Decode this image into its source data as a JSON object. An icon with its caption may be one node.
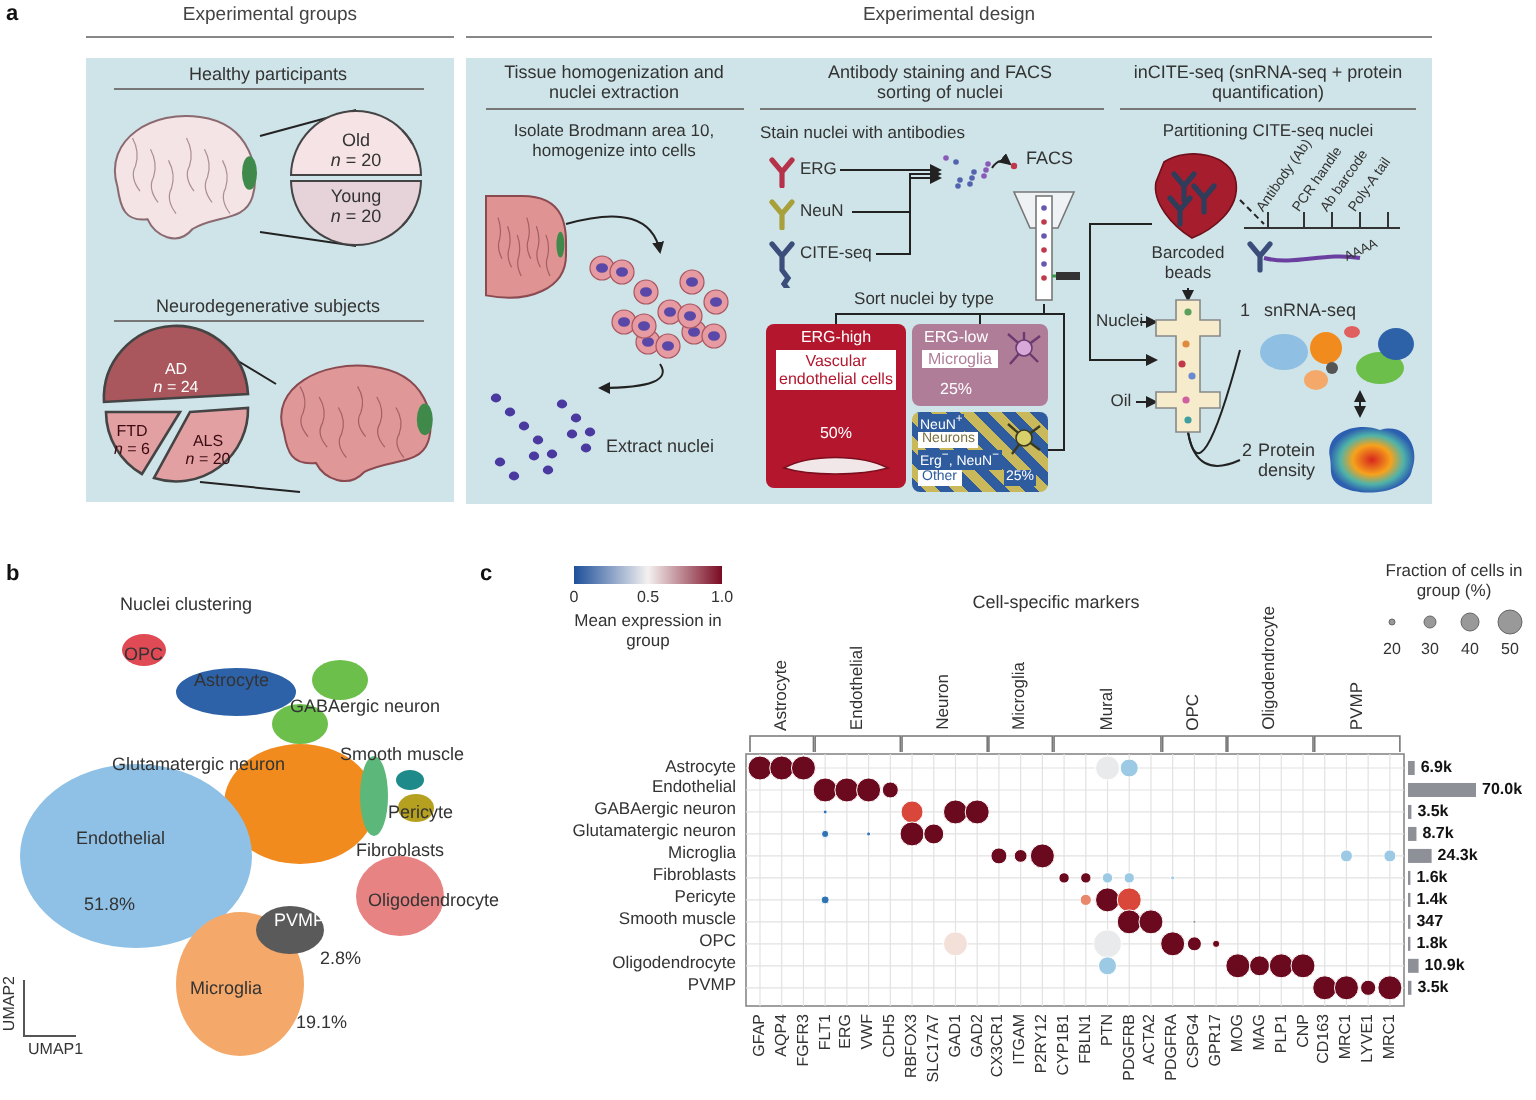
{
  "diagram": {
    "nodes": [
      {
        "text": [
          "Experimental groups"
        ]
      },
      {
        "text": [],
        "shape": "picture",
        "in": 0
      },
      {
        "text": [
          "Old",
          "*n* = 20"
        ],
        "in": 0
      },
      {
        "text": [
          "Young",
          "*n* = 20"
        ],
        "in": 0
      },
      {
        "text": [
          "AD",
          "*n* = 24"
        ],
        "in": 0
      },
      {
        "text": [
          "FTD",
          "*n* = 6"
        ],
        "in": 0
      },
      {
        "text": [
          "ALS",
          "*n* = 20"
        ],
        "in": 0
      },
      {
        "text": [],
        "shape": "picture",
        "in": 0
      },
      {
        "text": [
          "Experimental design"
        ]
      },
      {
        "text": [],
        "shape": "picture",
        "in": 8
      },
      {
        "text": [],
        "shape": "picture",
        "in": 8
      },
      {
        "text": [],
        "shape": "picture",
        "in": 8,
        "beside": [
          "Extract nuclei"
        ]
      },
      {
        "text": [
          "ERG"
        ],
        "in": 8
      },
      {
        "text": [
          "NeuN"
        ],
        "in": 8
      },
      {
        "text": [
          "CITE-seq"
        ],
        "in": 8
      },
      {
        "text": [],
        "shape": "picture",
        "in": 8
      },
      {
        "text": [],
        "shape": "picture",
        "in": 8,
        "beside": [
          "FACS"
        ]
      },
      {
        "text": [
          "ERG-high",
          "Vascular endothelial cells",
          "50%"
        ],
        "in": 8
      },
      {
        "text": [
          "ERG-low",
          "Microglia",
          "25%"
        ],
        "in": 8
      },
      {
        "text": [
          "NeuN$^{+}$",
          "Neurons",
          "Erg$^{−}$, NeuN$^{−}$",
          "Other",
          "25%"
        ],
        "in": 8
      },
      {
        "text": [],
        "shape": "picture",
        "in": 8
      },
      {
        "text": [],
        "shape": "picture",
        "in": 8
      },
      {
        "text": [],
        "shape": "picture",
        "in": 8
      },
      {
        "text": [
          "Barcoded beads"
        ],
        "in": 8
      },
      {
        "text": [
          "Nuclei"
        ],
        "in": 8
      },
      {
        "text": [
          "Oil"
        ],
        "in": 8
      },
      {
        "text": [
          "snRNA-seq"
        ],
        "in": 8,
        "beside": [
          "1"
        ]
      },
      {
        "text": [
          "2",
          "Protein density"
        ],
        "in": 8
      }
    ],
    "edges": [
      {
        "from": 1,
        "to": 2,
        "arrow": "none"
      },
      {
        "from": 1,
        "to": 3,
        "arrow": "none"
      },
      {
        "from": 7,
        "to": 4,
        "arrow": "none"
      },
      {
        "from": 7,
        "to": 6,
        "arrow": "none"
      },
      {
        "from": 9,
        "to": 10,
        "arrow": "to"
      },
      {
        "from": 10,
        "to": 11,
        "arrow": "to"
      },
      {
        "from": 12,
        "to": 15,
        "arrow": "to"
      },
      {
        "from": 13,
        "to": 15,
        "arrow": "to"
      },
      {
        "from": 14,
        "to": 15,
        "arrow": "to"
      },
      {
        "from": 15,
        "to": 16,
        "arrow": "to"
      },
      {
        "from": 16,
        "to": 17,
        "arrow": "none"
      },
      {
        "from": 16,
        "to": 18,
        "arrow": "none"
      },
      {
        "from": 16,
        "to": 19,
        "arrow": "none"
      },
      {
        "from": 20,
        "to": 21,
        "arrow": "none",
        "style": "dashed"
      },
      {
        "from": 23,
        "to": 22,
        "arrow": "to"
      },
      {
        "from": 24,
        "to": 22,
        "arrow": "to"
      },
      {
        "from": 25,
        "to": 22,
        "arrow": "to"
      },
      {
        "from": 20,
        "to": 22,
        "arrow": "to"
      },
      {
        "from": 22,
        "to": 26,
        "arrow": "none"
      },
      {
        "from": 22,
        "to": 27,
        "arrow": "none"
      },
      {
        "from": 26,
        "to": 27,
        "arrow": "both"
      }
    ],
    "labels": [
      "a",
      "Healthy participants",
      "Neurodegenerative subjects",
      "Tissue homogenization and nuclei extraction",
      "Isolate Brodmann area 10, homogenize into cells",
      "Antibody staining and FACS sorting of nuclei",
      "Stain nuclei with antibodies",
      "Sort nuclei by type",
      "inCITE-seq (snRNA-seq + protein quantification)",
      "Partitioning CITE-seq nuclei",
      "Antibody (Ab)",
      "PCR handle",
      "Ab barcode",
      "Poly-A tail",
      "AAAA",
      "b",
      "Nuclei clustering",
      "OPC",
      "Astrocyte",
      "GABAergic neuron",
      "Smooth muscle",
      "Glutamatergic neuron",
      "Pericyte",
      "Endothelial",
      "Fibroblasts",
      "51.8%",
      "Oligodendrocyte",
      "PVMP",
      "2.8%",
      "Microglia",
      "19.1%",
      "UMAP2",
      "UMAP1",
      "c",
      "0",
      "0.5",
      "1.0",
      "Mean expression in group",
      "Cell-specific markers",
      "Fraction of cells in group (%)",
      "20",
      "30",
      "40",
      "50",
      "Astrocyte",
      "Endothelial",
      "Neuron",
      "Microglia",
      "Mural",
      "OPC",
      "Oligodendrocyte",
      "PVMP",
      "Astrocyte",
      "Endothelial",
      "GABAergic neuron",
      "Glutamatergic neuron",
      "Microglia",
      "Fibroblasts",
      "Pericyte",
      "Smooth muscle",
      "OPC",
      "Oligodendrocyte",
      "PVMP",
      "6.9k",
      "70.0k",
      "3.5k",
      "8.7k",
      "24.3k",
      "1.6k",
      "1.4k",
      "347",
      "1.8k",
      "10.9k",
      "3.5k",
      "GFAP",
      "AQP4",
      "FGFR3",
      "FLT1",
      "ERG",
      "VWF",
      "CDH5",
      "RBFOX3",
      "SLC17A7",
      "GAD1",
      "GAD2",
      "CX3CR1",
      "ITGAM",
      "P2RY12",
      "CYP1B1",
      "FBLN1",
      "PTN",
      "PDGFRB",
      "ACTA2",
      "PDGFRA",
      "CSPG4",
      "GPR17",
      "MOG",
      "MAG",
      "PLP1",
      "CNP",
      "CD163",
      "MRC1",
      "LYVE1",
      "MRC1"
    ]
  }
}
